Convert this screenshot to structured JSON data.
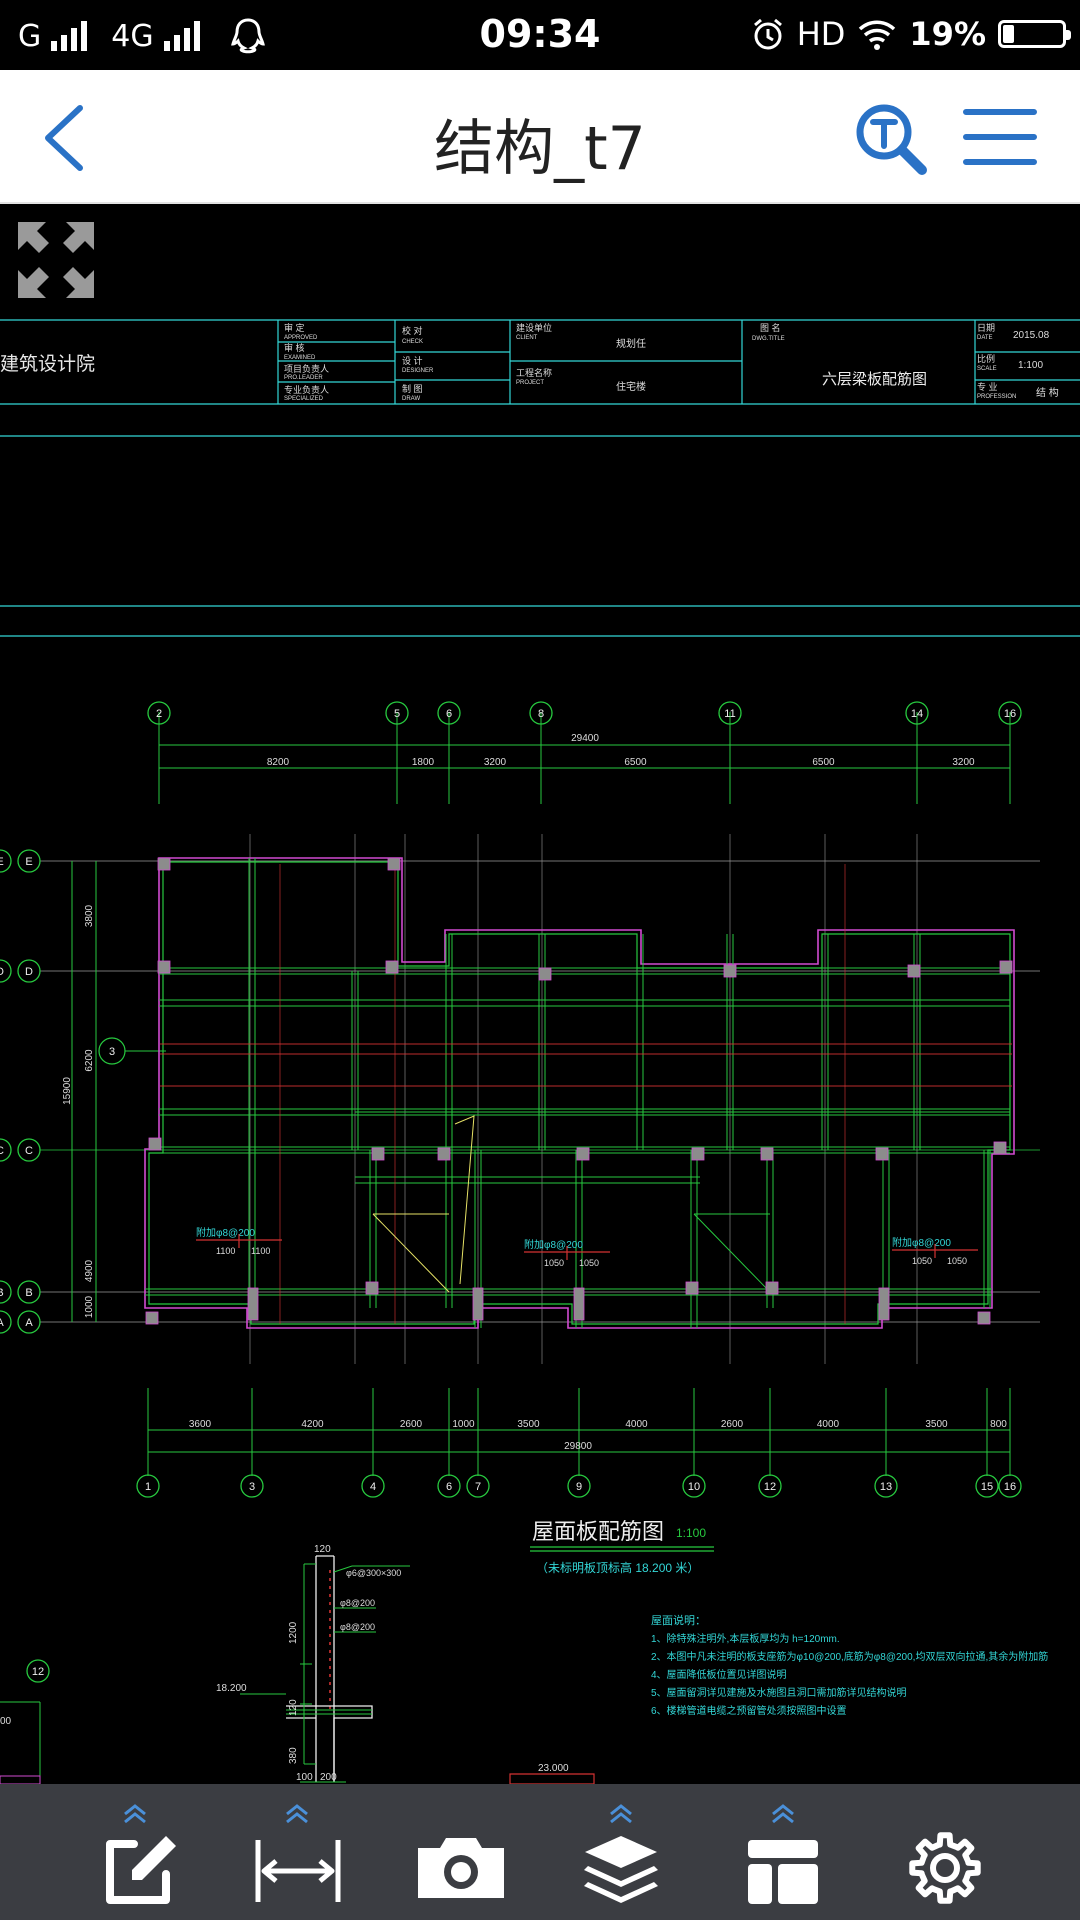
{
  "status_bar": {
    "carrier1": "G",
    "carrier2": "4G",
    "time": "09:34",
    "hd": "HD",
    "battery_percent": "19%",
    "battery_level": 0.19
  },
  "header": {
    "title": "结构_t7"
  },
  "title_block": {
    "institute": "建筑设计院",
    "approved_cn": "审 定",
    "approved_en": "APPROVED",
    "examined_cn": "审 核",
    "examined_en": "EXAMINED",
    "project_leader_cn": "项目负责人",
    "project_leader_en": "PRO.LEADER",
    "specialty_leader_cn": "专业负责人",
    "specialty_leader_en": "SPECIALIZED",
    "check_cn": "校 对",
    "check_en": "CHECK",
    "design_cn": "设 计",
    "design_en": "DESIGNER",
    "draw_cn": "制 图",
    "draw_en": "DRAW",
    "client_cn": "建设单位",
    "client_en": "CLIENT",
    "client_value": "规划任",
    "project_cn": "工程名称",
    "project_en": "PROJECT",
    "project_value": "住宅楼",
    "dwg_title_cn": "图 名",
    "dwg_title_en": "DWG.TITLE",
    "dwg_title_value": "六层梁板配筋图",
    "date_cn": "日期",
    "date_en": "DATE",
    "date_value": "2015.08",
    "scale_cn": "比例",
    "scale_en": "SCALE",
    "scale_value": "1:100",
    "profession_cn": "专 业",
    "profession_en": "PROFESSION",
    "profession_value": "结 构"
  },
  "plan": {
    "top_axes": [
      "2",
      "5",
      "6",
      "8",
      "11",
      "14",
      "16"
    ],
    "top_total": "29400",
    "top_dims": [
      "8200",
      "1800",
      "3200",
      "6500",
      "6500",
      "3200"
    ],
    "bottom_axes": [
      "1",
      "3",
      "4",
      "6",
      "7",
      "9",
      "10",
      "12",
      "13",
      "15",
      "16"
    ],
    "bottom_total": "29800",
    "bottom_dims": [
      "3600",
      "4200",
      "2600",
      "1000",
      "3500",
      "4000",
      "2600",
      "4000",
      "3500",
      "800"
    ],
    "row_axes": [
      "E",
      "D",
      "C",
      "B",
      "A"
    ],
    "row_dims": [
      "3800",
      "6200",
      "4900",
      "1000"
    ],
    "row_total": "15900",
    "detail_axis": "3",
    "rebar_label_1": "附加φ8@200",
    "rebar_dims_1": [
      "1100",
      "1100"
    ],
    "rebar_label_2": "附加φ8@200",
    "rebar_dims_2": [
      "1050",
      "1050"
    ],
    "rebar_label_3": "附加φ8@200",
    "rebar_dims_3": [
      "1050",
      "1050"
    ]
  },
  "lower": {
    "plan_title": "屋面板配筋图",
    "plan_scale": "1:100",
    "plan_sub": "（未标明板顶标高 18.200 米）",
    "notes_title": "屋面说明：",
    "notes": [
      "1、除特殊注明外,本层板厚均为 h=120mm.",
      "2、本图中凡未注明的板支座筋为φ10@200,底筋为φ8@200,均双层双向拉通,其余为附加筋",
      "4、屋面降低板位置见详图说明",
      "5、屋面留洞详见建施及水施图且洞口需加筋详见结构说明",
      "6、楼梯管道电缆之预留管处须按照图中设置"
    ],
    "section_dims": [
      "120",
      "1200",
      "120",
      "380",
      "100",
      "200"
    ],
    "section_rebar": [
      "φ6@300×300",
      "φ8@200",
      "φ8@200"
    ],
    "section_elev": "18.200",
    "left_axis": "12",
    "left_dim": "00",
    "bottom_elev": "23.000"
  },
  "colors": {
    "accent": "#2a72c6",
    "cad_cyan": "#33d6d6",
    "cad_green": "#27c93f",
    "cad_magenta": "#d14bd1",
    "cad_red": "#d23232",
    "toolbar_bg": "#3b3d42"
  },
  "icons": {
    "back": "chevron-left-icon",
    "search": "text-search-icon",
    "menu": "hamburger-menu-icon",
    "fullscreen": "expand-arrows-icon",
    "tools": [
      "edit-icon",
      "measure-icon",
      "camera-icon",
      "layers-icon",
      "layout-icon",
      "settings-icon"
    ]
  }
}
